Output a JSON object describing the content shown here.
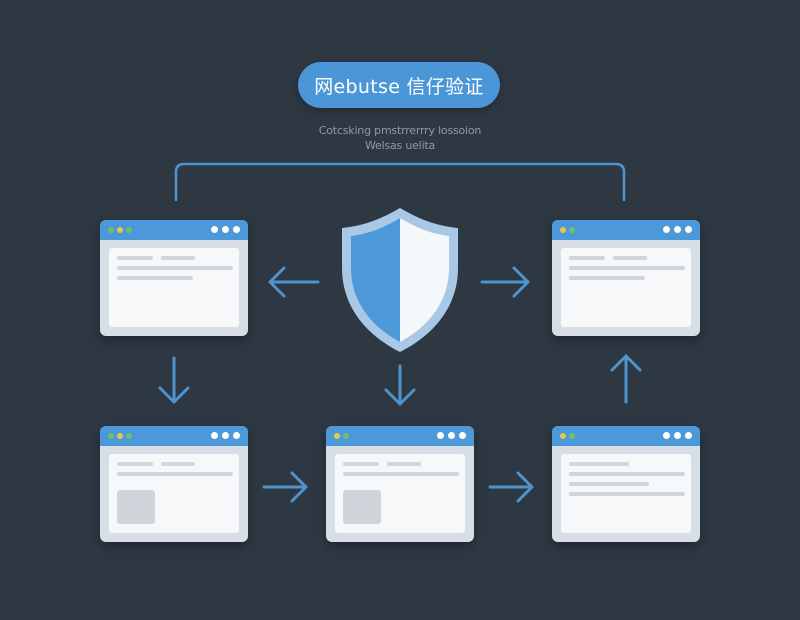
{
  "title": "网ebutse 信仔验证",
  "subtitle_lines": [
    "Cotcsking pmstrrerrry lossoion",
    "Welsas uelita"
  ],
  "colors": {
    "background": "#2d3843",
    "accent": "#4a96d6",
    "connector": "#4f93cf",
    "window": "#d8dee5",
    "window_content": "#f6f8fa",
    "dot_green": "#6cc06e",
    "dot_yellow": "#e8c64a",
    "dot_white": "#ffffff"
  },
  "icons": {
    "center": "shield-icon",
    "arrows": "arrow-icon",
    "windows": "browser-window-icon"
  },
  "windows": [
    {
      "id": "top-left",
      "layout": "text"
    },
    {
      "id": "top-right",
      "layout": "text"
    },
    {
      "id": "bottom-left",
      "layout": "text-image"
    },
    {
      "id": "bottom-center",
      "layout": "text-image"
    },
    {
      "id": "bottom-right",
      "layout": "text-long"
    }
  ]
}
